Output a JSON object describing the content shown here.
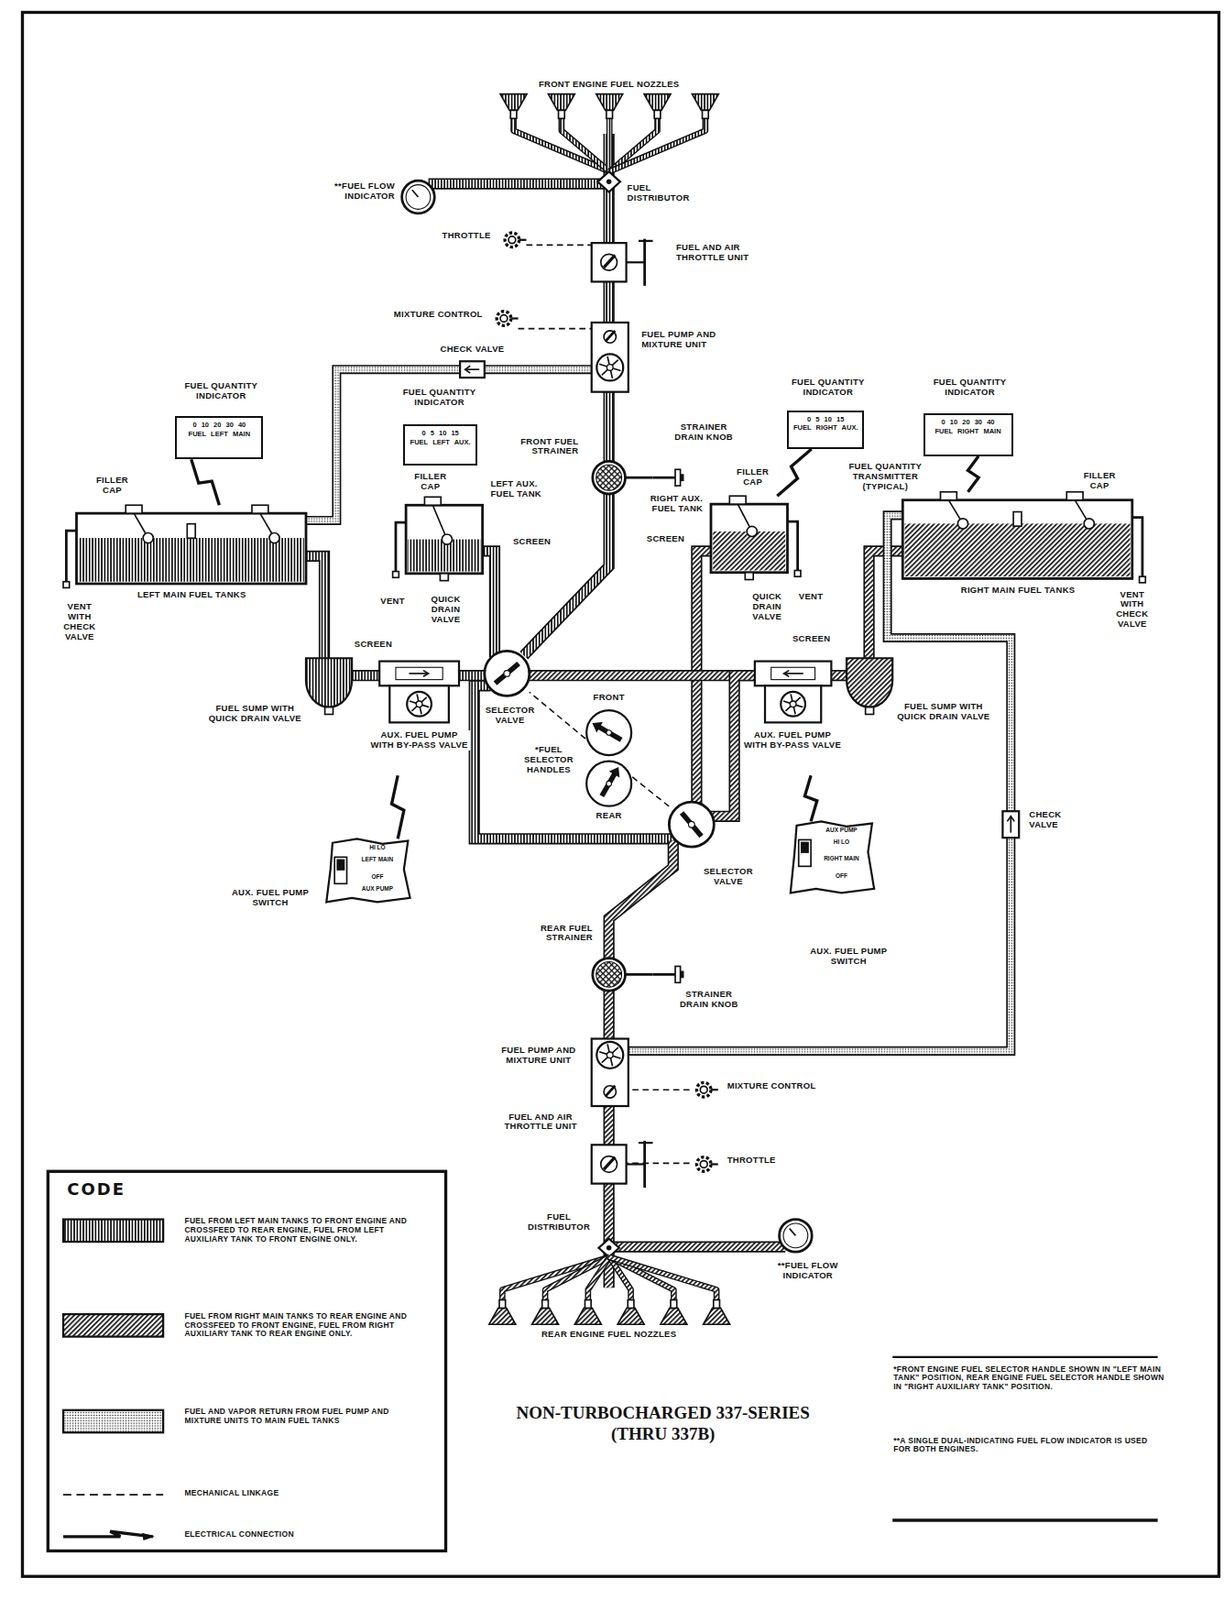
{
  "diagram": {
    "title": "NON-TURBOCHARGED 337-SERIES (THRU 337B)",
    "nodes": [
      {
        "text": [
          "FRONT ENGINE FUEL NOZZLES"
        ]
      },
      {
        "text": [
          "FUEL DISTRIBUTOR"
        ]
      },
      {
        "text": [
          "**FUEL FLOW INDICATOR"
        ]
      },
      {
        "text": [
          "FUEL AND AIR THROTTLE UNIT"
        ]
      },
      {
        "text": [
          "THROTTLE"
        ]
      },
      {
        "text": [
          "FUEL PUMP AND MIXTURE UNIT"
        ]
      },
      {
        "text": [
          "MIXTURE CONTROL"
        ]
      },
      {
        "text": [
          "CHECK VALVE"
        ]
      },
      {
        "text": [
          "FUEL QUANTITY INDICATOR",
          "0 10 20 30 40",
          "FUEL LEFT MAIN"
        ]
      },
      {
        "text": [
          "FUEL QUANTITY INDICATOR",
          "0 5 10 15",
          "FUEL LEFT AUX."
        ]
      },
      {
        "text": [
          "FRONT FUEL STRAINER"
        ]
      },
      {
        "text": [
          "STRAINER DRAIN KNOB"
        ]
      },
      {
        "text": [
          "FUEL QUANTITY INDICATOR",
          "0 5 10 15",
          "FUEL RIGHT AUX."
        ]
      },
      {
        "text": [
          "FUEL QUANTITY INDICATOR",
          "0 10 20 30 40",
          "FUEL RIGHT MAIN"
        ]
      },
      {
        "text": [
          "LEFT MAIN FUEL TANKS"
        ]
      },
      {
        "text": [
          "LEFT AUX. FUEL TANK"
        ]
      },
      {
        "text": [
          "RIGHT AUX. FUEL TANK"
        ]
      },
      {
        "text": [
          "RIGHT MAIN FUEL TANKS"
        ]
      },
      {
        "text": [
          "FUEL SUMP WITH QUICK DRAIN VALVE"
        ]
      },
      {
        "text": [
          "AUX. FUEL PUMP WITH BY-PASS VALVE"
        ]
      },
      {
        "text": [
          "SELECTOR VALVE"
        ]
      },
      {
        "text": [
          "FRONT",
          "*FUEL SELECTOR HANDLES",
          "REAR"
        ]
      },
      {
        "text": [
          "AUX. FUEL PUMP WITH BY-PASS VALVE"
        ]
      },
      {
        "text": [
          "FUEL SUMP WITH QUICK DRAIN VALVE"
        ]
      },
      {
        "text": [
          "HI LO",
          "LEFT MAIN",
          "OFF",
          "AUX PUMP",
          "AUX. FUEL PUMP SWITCH"
        ]
      },
      {
        "text": [
          "SELECTOR VALVE"
        ]
      },
      {
        "text": [
          "AUX PUMP",
          "HI LO",
          "RIGHT MAIN",
          "OFF",
          "AUX. FUEL PUMP SWITCH"
        ]
      },
      {
        "text": [
          "CHECK VALVE"
        ]
      },
      {
        "text": [
          "REAR FUEL STRAINER"
        ]
      },
      {
        "text": [
          "STRAINER DRAIN KNOB"
        ]
      },
      {
        "text": [
          "FUEL PUMP AND MIXTURE UNIT"
        ]
      },
      {
        "text": [
          "MIXTURE CONTROL"
        ]
      },
      {
        "text": [
          "FUEL AND AIR THROTTLE UNIT"
        ]
      },
      {
        "text": [
          "THROTTLE"
        ]
      },
      {
        "text": [
          "FUEL DISTRIBUTOR"
        ]
      },
      {
        "text": [
          "**FUEL FLOW INDICATOR"
        ]
      },
      {
        "text": [
          "REAR ENGINE FUEL NOZZLES"
        ]
      }
    ],
    "edges": [
      {
        "from": 20,
        "to": 10,
        "arrow": "none"
      },
      {
        "from": 10,
        "to": 5,
        "arrow": "none"
      },
      {
        "from": 5,
        "to": 3,
        "arrow": "none"
      },
      {
        "from": 3,
        "to": 1,
        "arrow": "none"
      },
      {
        "from": 1,
        "to": 0,
        "arrow": "none"
      },
      {
        "from": 1,
        "to": 2,
        "arrow": "none"
      },
      {
        "from": 5,
        "to": 7,
        "arrow": "none"
      },
      {
        "from": 7,
        "to": 14,
        "arrow": "none"
      },
      {
        "from": 14,
        "to": 18,
        "arrow": "none"
      },
      {
        "from": 18,
        "to": 19,
        "arrow": "none"
      },
      {
        "from": 19,
        "to": 20,
        "arrow": "none"
      },
      {
        "from": 15,
        "to": 20,
        "arrow": "none"
      },
      {
        "from": 20,
        "to": 25,
        "arrow": "none"
      },
      {
        "from": 16,
        "to": 25,
        "arrow": "none"
      },
      {
        "from": 17,
        "to": 23,
        "arrow": "none"
      },
      {
        "from": 23,
        "to": 22,
        "arrow": "none"
      },
      {
        "from": 22,
        "to": 20,
        "arrow": "none"
      },
      {
        "from": 22,
        "to": 25,
        "arrow": "none"
      },
      {
        "from": 25,
        "to": 28,
        "arrow": "none"
      },
      {
        "from": 28,
        "to": 30,
        "arrow": "none"
      },
      {
        "from": 30,
        "to": 32,
        "arrow": "none"
      },
      {
        "from": 32,
        "to": 34,
        "arrow": "none"
      },
      {
        "from": 34,
        "to": 36,
        "arrow": "none"
      },
      {
        "from": 34,
        "to": 35,
        "arrow": "none"
      },
      {
        "from": 30,
        "to": 27,
        "arrow": "none"
      },
      {
        "from": 27,
        "to": 17,
        "arrow": "none"
      },
      {
        "from": 4,
        "to": 3,
        "arrow": "none"
      },
      {
        "from": 6,
        "to": 5,
        "arrow": "none"
      },
      {
        "from": 11,
        "to": 10,
        "arrow": "none"
      },
      {
        "from": 21,
        "to": 20,
        "arrow": "none"
      },
      {
        "from": 21,
        "to": 25,
        "arrow": "none"
      },
      {
        "from": 29,
        "to": 28,
        "arrow": "none"
      },
      {
        "from": 31,
        "to": 30,
        "arrow": "none"
      },
      {
        "from": 33,
        "to": 32,
        "arrow": "none"
      },
      {
        "from": 8,
        "to": 14,
        "arrow": "none"
      },
      {
        "from": 12,
        "to": 16,
        "arrow": "none"
      },
      {
        "from": 13,
        "to": 17,
        "arrow": "none"
      },
      {
        "from": 24,
        "to": 19,
        "arrow": "none"
      },
      {
        "from": 26,
        "to": 22,
        "arrow": "none"
      }
    ],
    "labels": [
      "FILLER CAP",
      "FILLER CAP",
      "FILLER CAP",
      "FILLER CAP",
      "FUEL QUANTITY TRANSMITTER (TYPICAL)",
      "VENT WITH CHECK VALVE",
      "VENT",
      "QUICK DRAIN VALVE",
      "SCREEN",
      "QUICK DRAIN VALVE",
      "VENT",
      "SCREEN",
      "VENT WITH CHECK VALVE",
      "SCREEN",
      "SCREEN",
      "CODE",
      "*FRONT ENGINE FUEL SELECTOR HANDLE SHOWN IN \"LEFT MAIN TANK\" POSITION, REAR ENGINE FUEL SELECTOR HANDLE SHOWN IN \"RIGHT AUXILIARY TANK\" POSITION.",
      "**A SINGLE DUAL-INDICATING FUEL FLOW INDICATOR IS USED FOR BOTH ENGINES."
    ],
    "legend": [
      {
        "text": "FUEL FROM LEFT MAIN TANKS TO FRONT ENGINE AND CROSSFEED TO REAR ENGINE, FUEL FROM LEFT AUXILIARY TANK TO FRONT ENGINE ONLY."
      },
      {
        "text": "FUEL FROM RIGHT MAIN TANKS TO REAR ENGINE AND CROSSFEED TO FRONT ENGINE, FUEL FROM RIGHT AUXILIARY TANK TO REAR ENGINE ONLY."
      },
      {
        "text": "FUEL AND VAPOR RETURN FROM FUEL PUMP AND MIXTURE UNITS TO MAIN FUEL TANKS"
      },
      {
        "text": "MECHANICAL LINKAGE"
      },
      {
        "text": "ELECTRICAL CONNECTION"
      }
    ]
  }
}
